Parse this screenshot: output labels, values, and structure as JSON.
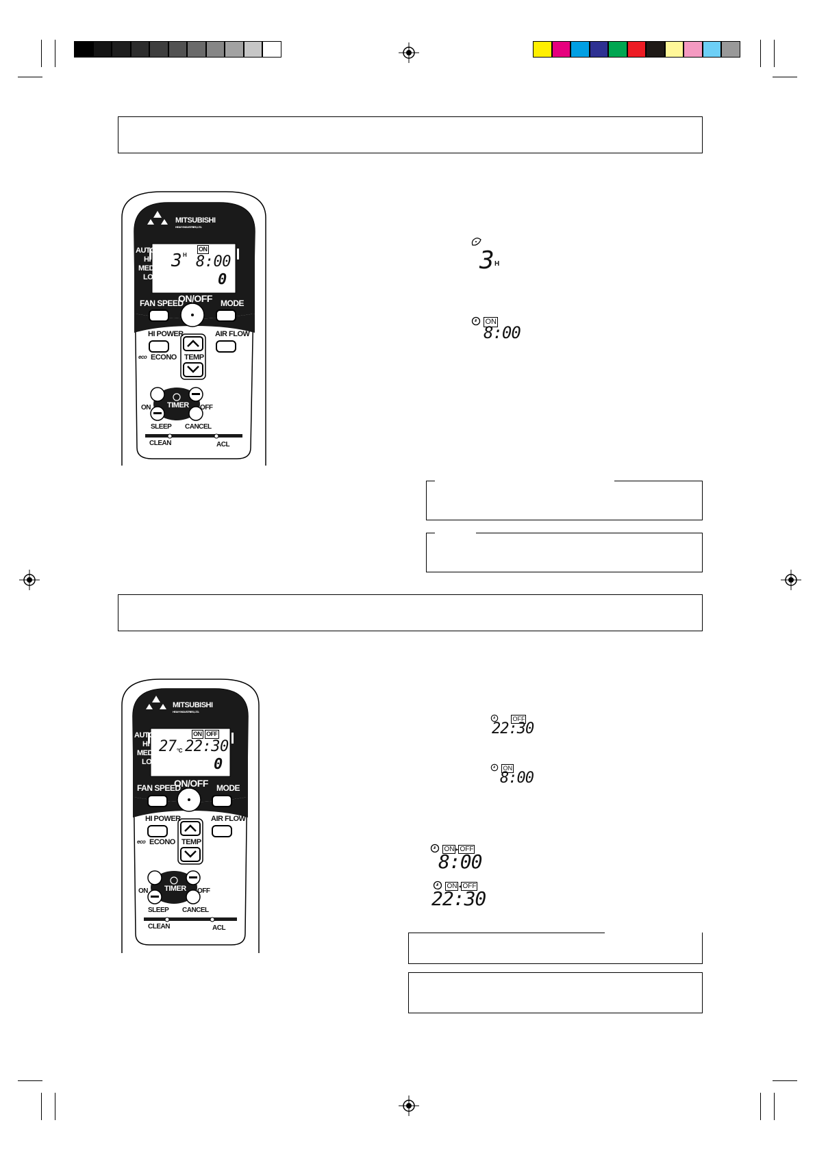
{
  "colors": {
    "greys": [
      "#000000",
      "#141414",
      "#1e1e1e",
      "#2d2d2d",
      "#3e3e3e",
      "#525252",
      "#6a6a6a",
      "#868686",
      "#a2a2a2",
      "#c6c6c6",
      "#ffffff"
    ],
    "process": [
      "#ffef00",
      "#e6007e",
      "#009fe3",
      "#2e3192",
      "#00a651",
      "#ed1c24",
      "#1f1a17",
      "#fff799",
      "#f49ac1",
      "#6dcff6",
      "#999999"
    ]
  },
  "remote": {
    "brand": "MITSUBISHI",
    "brand_sub": "HEAVY INDUSTRIES, LTD.",
    "fan_levels": [
      "AUTO",
      "HI",
      "MED",
      "LO"
    ],
    "fan_speed": "FAN SPEED",
    "on_off": "ON/OFF",
    "mode": "MODE",
    "hi_power": "HI POWER",
    "air_flow": "AIR FLOW",
    "econo": "ECONO",
    "eco": "eco",
    "temp": "TEMP",
    "timer": "TIMER",
    "on": "ON",
    "off": "OFF",
    "sleep": "SLEEP",
    "cancel": "CANCEL",
    "clean": "CLEAN",
    "acl": "ACL"
  },
  "remote1": {
    "lcd_hours": "3",
    "lcd_h": "H",
    "lcd_time": "8:00",
    "lcd_on": "ON",
    "lcd_bar": "0"
  },
  "remote2": {
    "lcd_temp": "27",
    "lcd_unit": "°C",
    "lcd_time": "22:30",
    "lcd_on": "ON",
    "lcd_off": "OFF",
    "lcd_bar": "0"
  },
  "section1": {
    "sleep_hours": "3",
    "sleep_h": "H",
    "on_label": "ON",
    "on_time": "8:00"
  },
  "section2": {
    "off_label": "OFF",
    "off_time": "22:30",
    "on_label": "ON",
    "on_time": "8:00",
    "combo1_on": "ON",
    "combo1_off": "OFF",
    "combo1_time": "8:00",
    "combo2_on": "ON",
    "combo2_off": "OFF",
    "combo2_time": "22:30"
  }
}
